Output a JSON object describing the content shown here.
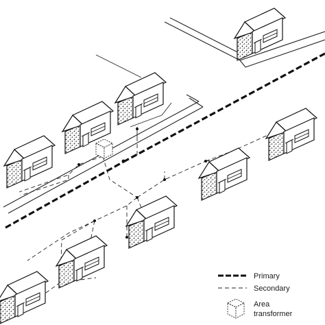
{
  "legend": {
    "primary_label": "Primary",
    "secondary_label": "Secondary",
    "transformer_label_line1": "Area",
    "transformer_label_line2": "transformer"
  }
}
